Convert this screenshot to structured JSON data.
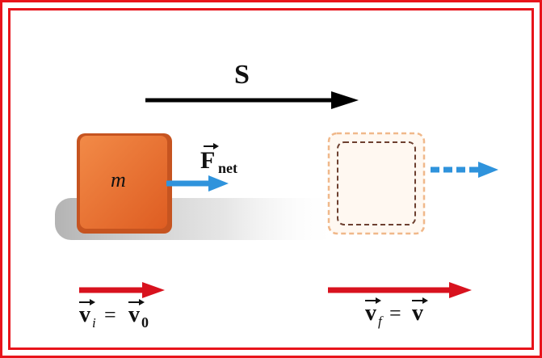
{
  "figure": {
    "displacement_label": "S",
    "force_label": "F",
    "force_subscript": "net",
    "mass_label": "m",
    "initial_velocity": {
      "v": "v",
      "i": "i",
      "eq": "=",
      "v0": "v",
      "zero": "0"
    },
    "final_velocity": {
      "v": "v",
      "f": "f",
      "eq": "=",
      "v2": "v"
    }
  },
  "colors": {
    "border": "#e8141b",
    "block": "#e8692b",
    "block_edge": "#b84e1c",
    "force_arrow": "#2f93dc",
    "velocity_arrow": "#d8121e",
    "displacement_arrow": "#000000",
    "ghost_fill": "#fff8f1",
    "ghost_edge": "#f0b88a"
  }
}
